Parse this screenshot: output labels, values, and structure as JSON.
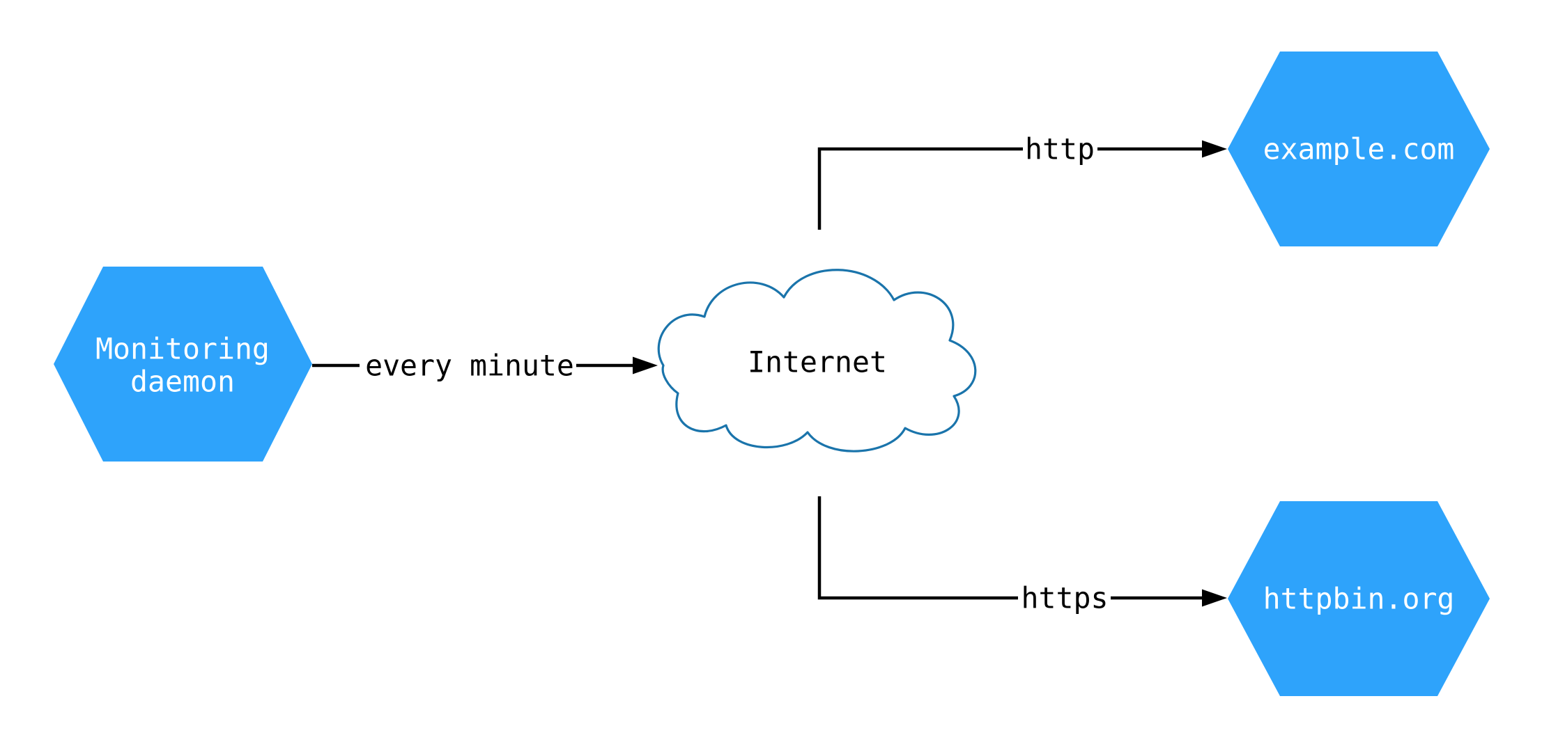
{
  "nodes": {
    "monitoring": {
      "line1": "Monitoring",
      "line2": "daemon"
    },
    "internet": {
      "label": "Internet"
    },
    "example": {
      "label": "example.com"
    },
    "httpbin": {
      "label": "httpbin.org"
    }
  },
  "edges": {
    "every_minute": {
      "label": "every minute"
    },
    "http": {
      "label": "http"
    },
    "https": {
      "label": "https"
    }
  },
  "colors": {
    "hexagon_fill": "#2EA3FB",
    "cloud_stroke": "#1A74AB",
    "connector": "#000000",
    "node_text": "#FFFFFF",
    "label_text": "#000000",
    "background": "#FFFFFF"
  }
}
